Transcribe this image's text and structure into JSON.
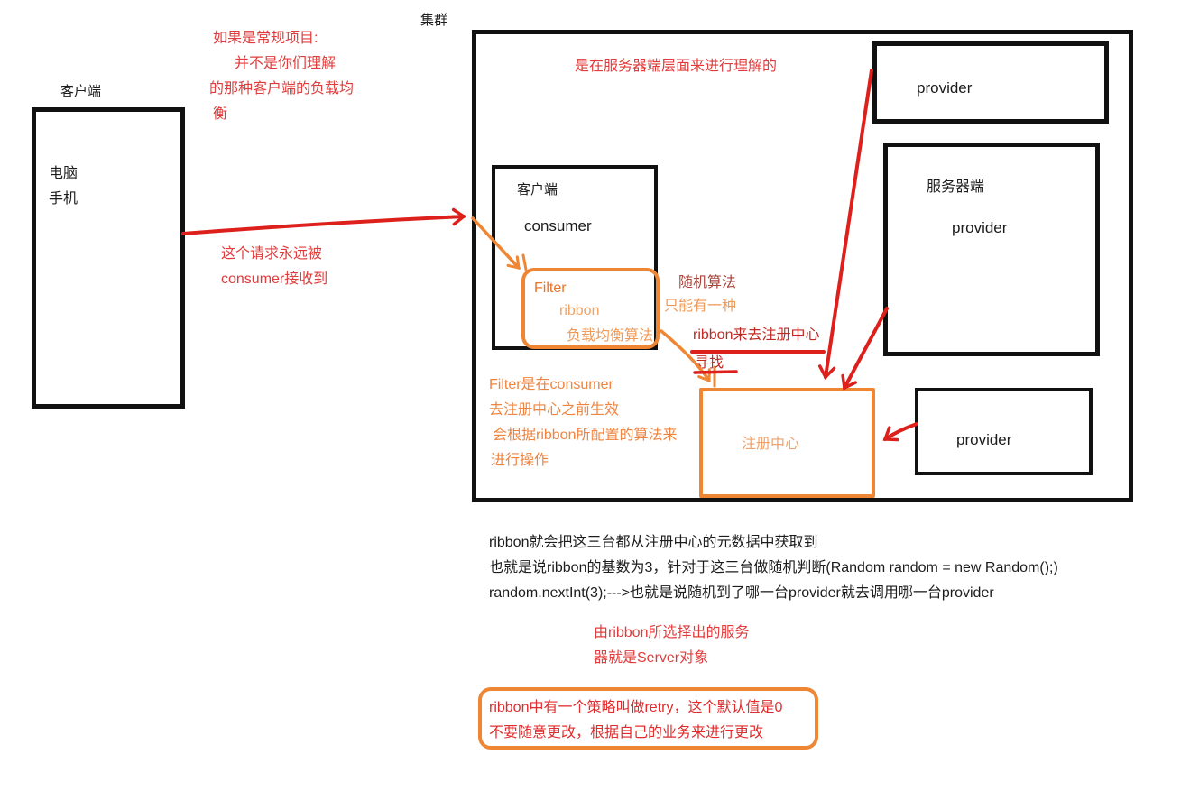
{
  "colors": {
    "red_text": "#e03c3c",
    "arrow_red": "#dd201c",
    "dark_red": "#a8433a",
    "crimson": "#bf2b24",
    "orange_border": "#ee8634",
    "orange_text": "#e8752a",
    "light_orange_text": "#f2a263",
    "mid_orange_text": "#ef8440",
    "black_text": "#1c1c1c"
  },
  "cluster": {
    "label": "集群"
  },
  "left_panel": {
    "title": "客户端",
    "items": [
      "电脑",
      "手机"
    ]
  },
  "consumer_box": {
    "title": "客户端",
    "name": "consumer"
  },
  "filter_box": {
    "lines": [
      "Filter",
      "ribbon",
      "负载均衡算法"
    ]
  },
  "registry_box": {
    "label": "注册中心"
  },
  "providers": {
    "top": "provider",
    "server_title": "服务器端",
    "server_name": "provider",
    "third": "provider"
  },
  "notes": {
    "regular_project": [
      "如果是常规项目:",
      "并不是你们理解",
      "的那种客户端的负载均",
      "衡"
    ],
    "request": [
      "这个请求永远被",
      "consumer接收到"
    ],
    "cluster_title": "是在服务器端层面来进行理解的",
    "random": [
      "随机算法",
      "只能有一种"
    ],
    "ribbon_registry": [
      "ribbon来去注册中心",
      "寻找"
    ],
    "filter_note": [
      "Filter是在consumer",
      "去注册中心之前生效",
      "会根据ribbon所配置的算法来",
      "进行操作"
    ],
    "bottom_text": [
      "ribbon就会把这三台都从注册中心的元数据中获取到",
      "也就是说ribbon的基数为3，针对于这三台做随机判断(Random random = new Random();)",
      "random.nextInt(3);--->也就是说随机到了哪一台provider就去调用哪一台provider"
    ],
    "server_object": [
      "由ribbon所选择出的服务",
      "器就是Server对象"
    ],
    "retry": [
      "ribbon中有一个策略叫做retry，这个默认值是0",
      "不要随意更改，根据自己的业务来进行更改"
    ]
  }
}
